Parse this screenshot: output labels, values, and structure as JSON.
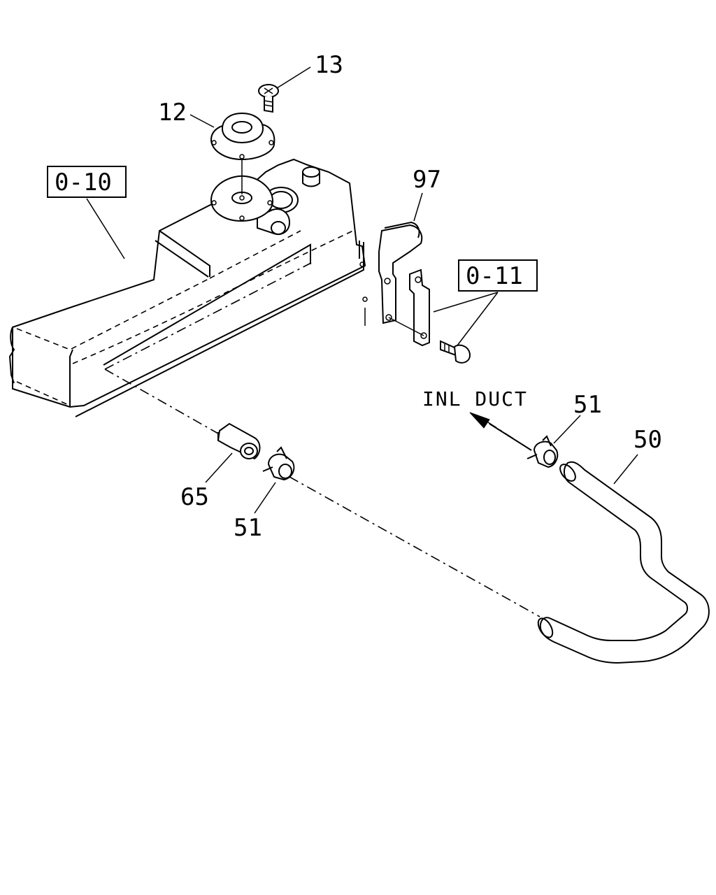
{
  "labels": {
    "p13": "13",
    "p12": "12",
    "ref_0_10": "0-10",
    "p97": "97",
    "ref_0_11": "0-11",
    "inl_duct": "INL DUCT",
    "p51_right": "51",
    "p50": "50",
    "p65": "65",
    "p51_left": "51"
  },
  "colors": {
    "line": "#000000",
    "background": "#ffffff"
  }
}
